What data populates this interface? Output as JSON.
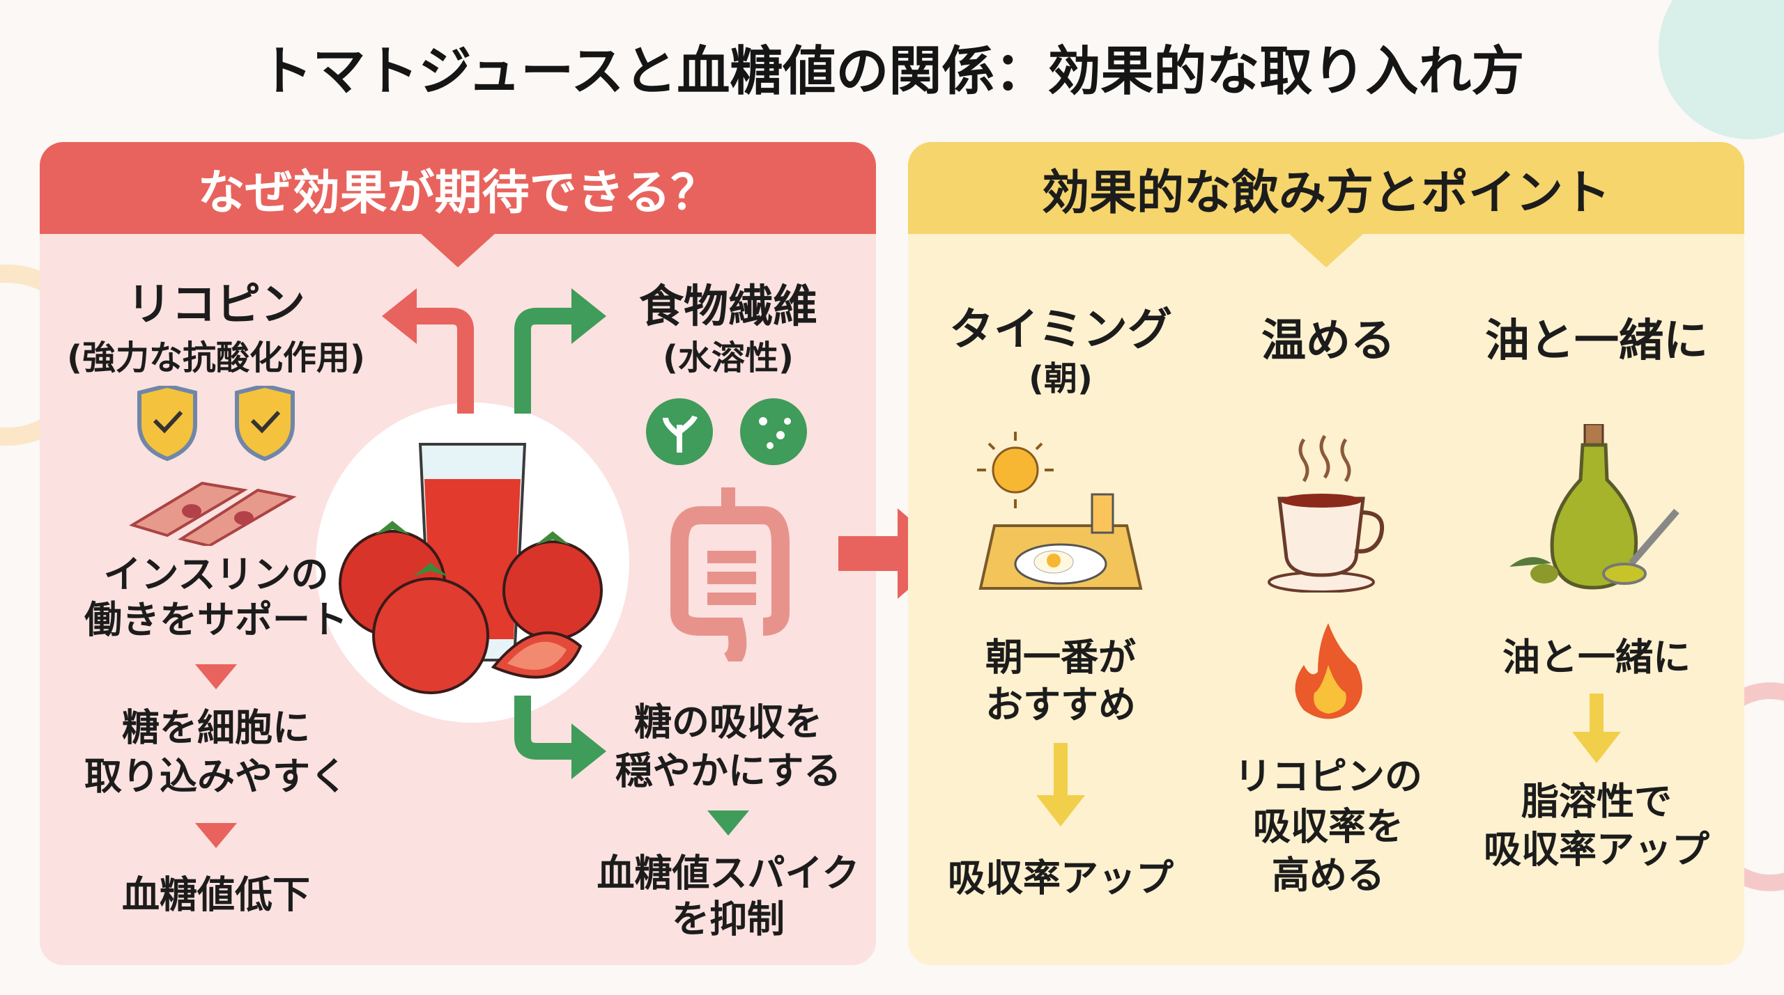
{
  "title": "トマトジュースと血糖値の関係：効果的な取り入れ方",
  "left_panel": {
    "header": "なぜ効果が期待できる？",
    "lycopene": {
      "heading": "リコピン",
      "subheading": "(強力な抗酸化作用)",
      "steps": [
        "インスリンの",
        "働きをサポート",
        "糖を細胞に",
        "取り込みやすく",
        "血糖値低下"
      ]
    },
    "fiber": {
      "heading": "食物繊維",
      "subheading": "(水溶性)",
      "steps": [
        "糖の吸収を",
        "穏やかにする",
        "血糖値スパイク",
        "を抑制"
      ]
    }
  },
  "right_panel": {
    "header": "効果的な飲み方とポイント",
    "columns": [
      {
        "heading": "タイミング",
        "subheading": "(朝)",
        "text": [
          "朝一番が",
          "おすすめ"
        ],
        "result": [
          "吸収率アップ"
        ]
      },
      {
        "heading": "温める",
        "result": [
          "リコピンの",
          "吸収率を",
          "高める"
        ]
      },
      {
        "heading": "油と一緒に",
        "text": [
          "油と一緒に"
        ],
        "result": [
          "脂溶性で",
          "吸収率アップ"
        ]
      }
    ]
  },
  "colors": {
    "red": "#e8635d",
    "yellow": "#f5d56c",
    "green": "#3f9c5a",
    "left_bg": "#fbe1df",
    "right_bg": "#fdf1cf"
  }
}
